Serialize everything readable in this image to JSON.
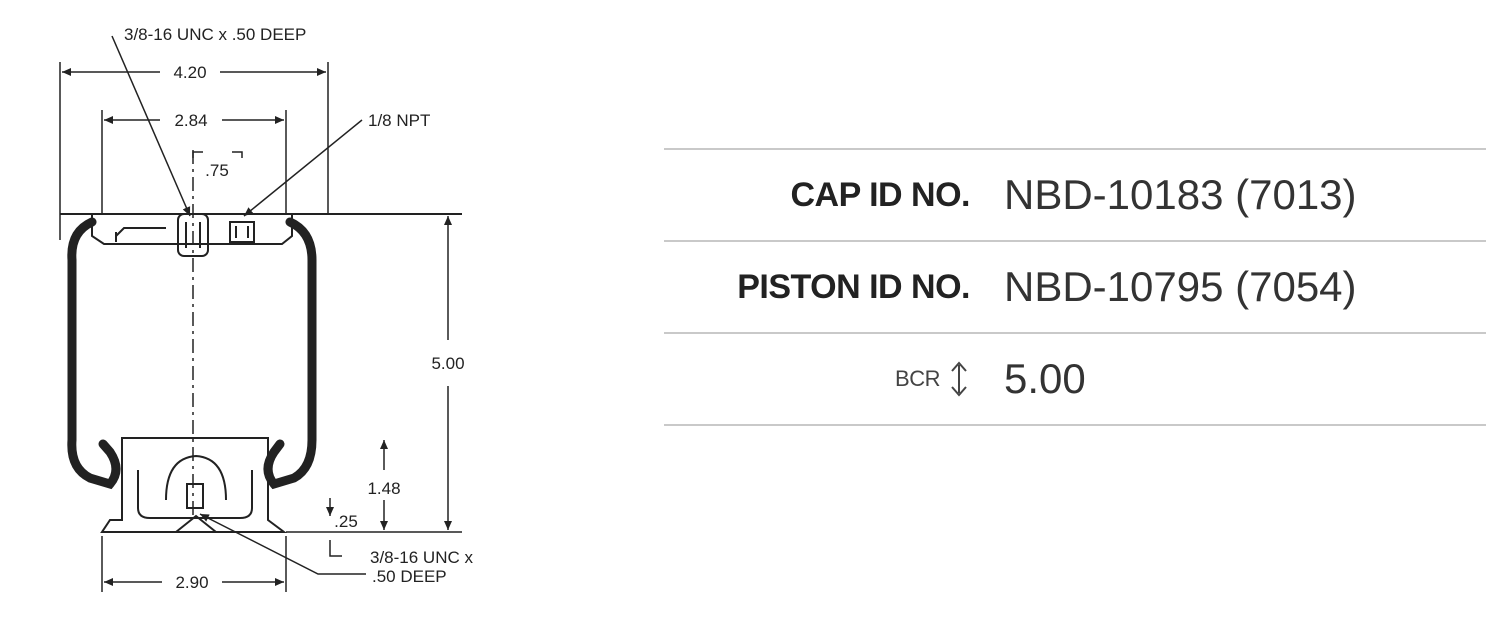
{
  "drawing": {
    "top_thread_callout": "3/8-16 UNC x .50 DEEP",
    "overall_width": "4.20",
    "mount_spacing": "2.84",
    "port_callout": "1/8 NPT",
    "port_offset": ".75",
    "height": "5.00",
    "piston_height": "1.48",
    "base_offset": ".25",
    "bottom_thread_callout_line1": "3/8-16 UNC x",
    "bottom_thread_callout_line2": ".50 DEEP",
    "piston_width": "2.90"
  },
  "specs": [
    {
      "label": "CAP ID NO.",
      "value": "NBD-10183 (7013)"
    },
    {
      "label": "PISTON ID NO.",
      "value": "NBD-10795 (7054)"
    },
    {
      "label": "BCR",
      "value": "5.00",
      "icon": "up-down-arrow-icon"
    }
  ]
}
